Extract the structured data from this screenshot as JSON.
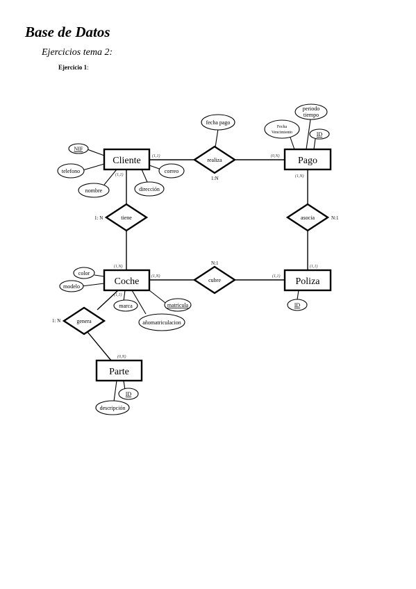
{
  "page": {
    "title": "Base de Datos",
    "subtitle": "Ejercicios tema 2:",
    "exercise_label": "Ejercicio 1",
    "exercise_suffix": ":"
  },
  "diagram": {
    "entities": {
      "cliente": "Cliente",
      "pago": "Pago",
      "coche": "Coche",
      "poliza": "Poliza",
      "parte": "Parte"
    },
    "relationships": {
      "realiza": "realiza",
      "tiene": "tiene",
      "asocia": "asocia",
      "cubre": "cubre",
      "genera": "genera"
    },
    "attributes": {
      "nif": "NIF",
      "telefono": "telefono",
      "nombre": "nombre",
      "correo": "correo",
      "direccion": "dirección",
      "fecha_pago": "fecha pago",
      "fecha_vencimiento_1": "Fecha",
      "fecha_vencimiento_2": "Vencimiento",
      "periodo_1": "periodo",
      "periodo_2": "tiempo",
      "pago_id": "ID",
      "color": "color",
      "modelo": "modelo",
      "marca": "marca",
      "matricula": "matricula",
      "anio_matriculacion": "añomatriculacion",
      "poliza_id": "ID",
      "parte_id": "ID",
      "descripcion": "descripción"
    },
    "cardinalities": {
      "cliente_realiza": "(1,1)",
      "pago_realiza": "(0,N)",
      "cliente_tiene": "(1,1)",
      "coche_tiene": "(1,N)",
      "pago_asocia": "(1,N)",
      "poliza_asocia": "(1,1)",
      "coche_cubre": "(1,N)",
      "poliza_cubre": "(1,1)",
      "coche_genera": "(1,1)",
      "parte_genera": "(0,N)"
    },
    "ratios": {
      "realiza": "1:N",
      "tiene": "1: N",
      "asocia": "N:1",
      "cubre": "N:1",
      "genera": "1: N"
    }
  }
}
